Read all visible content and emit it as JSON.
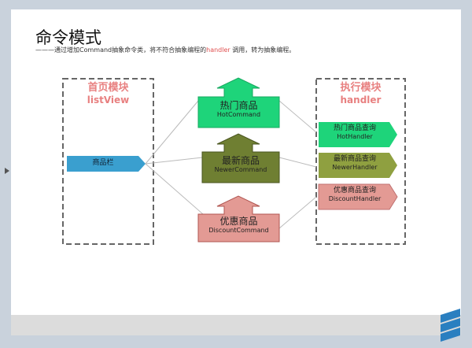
{
  "slide": {
    "title": "命令模式",
    "subtitle_prefix": "———通过增加Command抽象命令类，将不符合抽象编程的",
    "subtitle_highlight": "handler",
    "subtitle_suffix": " 调用，转为抽象编程。"
  },
  "left_module": {
    "title": "首页模块",
    "subtitle": "listView",
    "item": "商品栏"
  },
  "right_module": {
    "title": "执行模块",
    "subtitle": "handler"
  },
  "commands": [
    {
      "cn": "热门商品",
      "en": "HotCommand",
      "color": "#1ed47a"
    },
    {
      "cn": "最新商品",
      "en": "NewerCommand",
      "color": "#6f7f32"
    },
    {
      "cn": "优惠商品",
      "en": "DiscountCommand",
      "color": "#e39a94"
    }
  ],
  "handlers": [
    {
      "cn": "热门商品查询",
      "en": "HotHandler",
      "color": "#1ed47a"
    },
    {
      "cn": "最新商品查询",
      "en": "NewerHandler",
      "color": "#8fa040"
    },
    {
      "cn": "优惠商品查询",
      "en": "DiscountHandler",
      "color": "#e39a94"
    }
  ],
  "colors": {
    "item": "#3a9fcf",
    "module_title": "#e88080"
  }
}
